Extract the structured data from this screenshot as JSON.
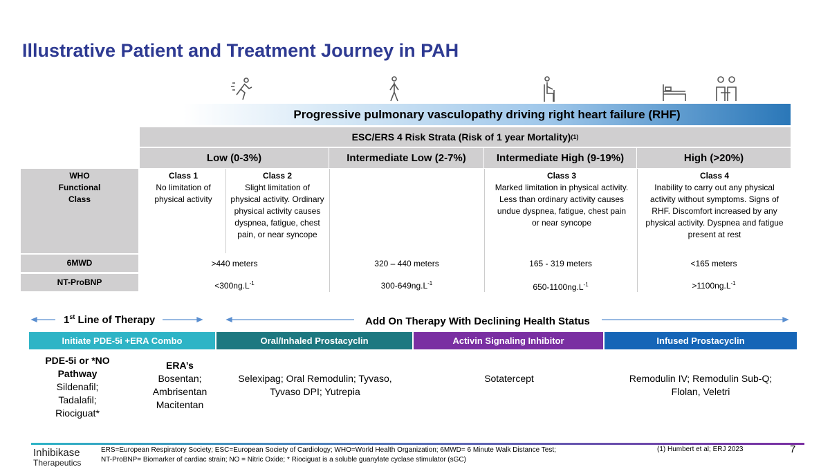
{
  "title": "Illustrative Patient and Treatment Journey in PAH",
  "icons": [
    "running-person-icon",
    "walking-person-icon",
    "seated-person-icon",
    "hospital-bed-icon",
    "caregiver-patient-icon"
  ],
  "banner": "Progressive pulmonary vasculopathy driving right heart failure (RHF)",
  "strata": {
    "label": "ESC/ERS 4 Risk Strata (Risk of 1 year Mortality)",
    "sup": "(1)"
  },
  "risk": [
    "Low (0-3%)",
    "Intermediate Low (2-7%)",
    "Intermediate High (9-19%)",
    "High (>20%)"
  ],
  "rows": {
    "who": {
      "label": [
        "WHO",
        "Functional",
        "Class"
      ],
      "class1": {
        "title": "Class 1",
        "text": "No limitation of physical activity"
      },
      "class2": {
        "title": "Class 2",
        "text": "Slight limitation of physical activity. Ordinary physical activity causes dyspnea, fatigue, chest pain, or near syncope"
      },
      "class3": {
        "title": "Class 3",
        "text": "Marked limitation in physical activity.  Less than ordinary activity causes undue dyspnea, fatigue, chest pain or near syncope"
      },
      "class4": {
        "title": "Class 4",
        "text": "Inability to carry out any physical activity without symptoms.  Signs of RHF.  Discomfort increased by any physical activity.  Dyspnea and fatigue present at rest"
      }
    },
    "mwd": {
      "label": "6MWD",
      "values": [
        ">440 meters",
        "320 – 440 meters",
        "165 - 319 meters",
        "<165 meters"
      ]
    },
    "bnp": {
      "label": "NT-ProBNP",
      "values": [
        "<300ng.L",
        "300-649ng.L",
        "650-1100ng.L",
        ">1100ng.L"
      ],
      "sup": "-1"
    }
  },
  "therapy": {
    "first_line": {
      "sup": "st",
      "num": "1",
      "label": " Line of Therapy"
    },
    "add_on": "Add On Therapy With Declining Health Status",
    "segments": [
      {
        "label": "Initiate PDE-5i +ERA Combo",
        "color": "#2eb4c6"
      },
      {
        "label": "Oral/Inhaled Prostacyclin",
        "color": "#1d7880"
      },
      {
        "label": "Activin Signaling Inhibitor",
        "color": "#7a2fa2"
      },
      {
        "label": "Infused Prostacyclin",
        "color": "#1565b7"
      }
    ],
    "pde": {
      "heading": "PDE-5i or *NO Pathway",
      "drugs": [
        "Sildenafil;",
        "Tadalafil;",
        "Riociguat*"
      ]
    },
    "era": {
      "heading": "ERA’s",
      "drugs": [
        "Bosentan;",
        "Ambrisentan",
        "Macitentan"
      ]
    },
    "oral": [
      "Selexipag; Oral Remodulin; Tyvaso,",
      "Tyvaso DPI; Yutrepia"
    ],
    "activin": [
      "Sotatercept"
    ],
    "infused": [
      "Remodulin IV; Remodulin Sub-Q;",
      "Flolan, Veletri"
    ]
  },
  "footer": {
    "logo": [
      "Inhibikase",
      "Therapeutics"
    ],
    "notes": [
      "ERS=European Respiratory Society; ESC=European Society of Cardiology; WHO=World Health Organization; 6MWD= 6 Minute Walk Distance Test;",
      "NT-ProBNP= Biomarker of cardiac strain; NO = Nitric Oxide; * Riociguat is a soluble guanylate cyclase stimulator (sGC)"
    ],
    "ref": "(1) Humbert et al; ERJ 2023",
    "page": "7"
  }
}
